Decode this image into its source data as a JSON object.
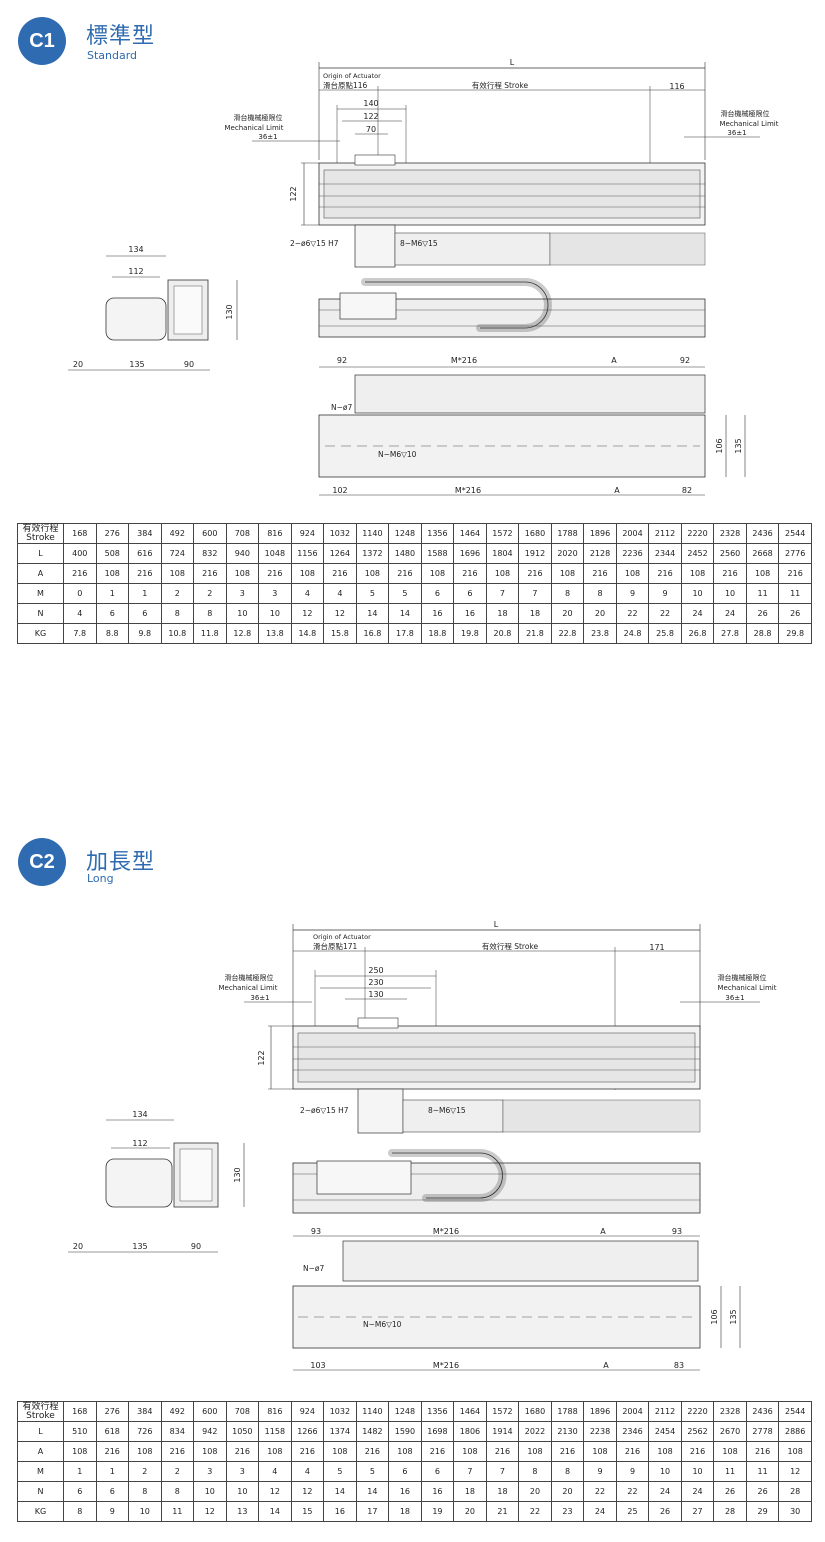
{
  "sections": [
    {
      "badge": "C1",
      "title_cn": "標準型",
      "title_en": "Standard",
      "dims": {
        "L": "L",
        "origin_en": "Origin of Actuator",
        "origin_cn": "滑台原點116",
        "stroke": "有效行程 Stroke",
        "end_offset": "116",
        "d140": "140",
        "d122": "122",
        "d70": "70",
        "height": "122",
        "mech_cn": "滑台機械極限位",
        "mech_en": "Mechanical Limit",
        "mech_val": "36±1",
        "pin_holes": "2−ø6▽15  H7",
        "tap_holes": "8−M6▽15",
        "side_w_outer": "134",
        "side_w_inner": "112",
        "side_h": "130",
        "side_b1": "20",
        "side_b2": "135",
        "side_b3": "90",
        "bot_left": "92",
        "bot_mid": "M*216",
        "bot_a": "A",
        "bot_right": "92",
        "bot_hole": "N−ø7",
        "bot_tap": "N−M6▽10",
        "bot_h1": "106",
        "bot_h2": "135",
        "bot_b_left": "102",
        "bot_b_mid": "M*216",
        "bot_b_a": "A",
        "bot_b_right": "82"
      },
      "table": {
        "header": "有效行程",
        "header_en": "Stroke",
        "strokes": [
          "168",
          "276",
          "384",
          "492",
          "600",
          "708",
          "816",
          "924",
          "1032",
          "1140",
          "1248",
          "1356",
          "1464",
          "1572",
          "1680",
          "1788",
          "1896",
          "2004",
          "2112",
          "2220",
          "2328",
          "2436",
          "2544"
        ],
        "rows": [
          {
            "label": "L",
            "values": [
              "400",
              "508",
              "616",
              "724",
              "832",
              "940",
              "1048",
              "1156",
              "1264",
              "1372",
              "1480",
              "1588",
              "1696",
              "1804",
              "1912",
              "2020",
              "2128",
              "2236",
              "2344",
              "2452",
              "2560",
              "2668",
              "2776"
            ]
          },
          {
            "label": "A",
            "values": [
              "216",
              "108",
              "216",
              "108",
              "216",
              "108",
              "216",
              "108",
              "216",
              "108",
              "216",
              "108",
              "216",
              "108",
              "216",
              "108",
              "216",
              "108",
              "216",
              "108",
              "216",
              "108",
              "216"
            ]
          },
          {
            "label": "M",
            "values": [
              "0",
              "1",
              "1",
              "2",
              "2",
              "3",
              "3",
              "4",
              "4",
              "5",
              "5",
              "6",
              "6",
              "7",
              "7",
              "8",
              "8",
              "9",
              "9",
              "10",
              "10",
              "11",
              "11"
            ]
          },
          {
            "label": "N",
            "values": [
              "4",
              "6",
              "6",
              "8",
              "8",
              "10",
              "10",
              "12",
              "12",
              "14",
              "14",
              "16",
              "16",
              "18",
              "18",
              "20",
              "20",
              "22",
              "22",
              "24",
              "24",
              "26",
              "26"
            ]
          },
          {
            "label": "KG",
            "values": [
              "7.8",
              "8.8",
              "9.8",
              "10.8",
              "11.8",
              "12.8",
              "13.8",
              "14.8",
              "15.8",
              "16.8",
              "17.8",
              "18.8",
              "19.8",
              "20.8",
              "21.8",
              "22.8",
              "23.8",
              "24.8",
              "25.8",
              "26.8",
              "27.8",
              "28.8",
              "29.8"
            ]
          }
        ]
      }
    },
    {
      "badge": "C2",
      "title_cn": "加長型",
      "title_en": "Long",
      "dims": {
        "L": "L",
        "origin_en": "Origin of Actuator",
        "origin_cn": "滑台原點171",
        "stroke": "有效行程 Stroke",
        "end_offset": "171",
        "d140": "250",
        "d122": "230",
        "d70": "130",
        "height": "122",
        "mech_cn": "滑台機械極限位",
        "mech_en": "Mechanical Limit",
        "mech_val": "36±1",
        "pin_holes": "2−ø6▽15  H7",
        "tap_holes": "8−M6▽15",
        "side_w_outer": "134",
        "side_w_inner": "112",
        "side_h": "130",
        "side_b1": "20",
        "side_b2": "135",
        "side_b3": "90",
        "bot_left": "93",
        "bot_mid": "M*216",
        "bot_a": "A",
        "bot_right": "93",
        "bot_hole": "N−ø7",
        "bot_tap": "N−M6▽10",
        "bot_h1": "106",
        "bot_h2": "135",
        "bot_b_left": "103",
        "bot_b_mid": "M*216",
        "bot_b_a": "A",
        "bot_b_right": "83"
      },
      "table": {
        "header": "有效行程",
        "header_en": "Stroke",
        "strokes": [
          "168",
          "276",
          "384",
          "492",
          "600",
          "708",
          "816",
          "924",
          "1032",
          "1140",
          "1248",
          "1356",
          "1464",
          "1572",
          "1680",
          "1788",
          "1896",
          "2004",
          "2112",
          "2220",
          "2328",
          "2436",
          "2544"
        ],
        "rows": [
          {
            "label": "L",
            "values": [
              "510",
              "618",
              "726",
              "834",
              "942",
              "1050",
              "1158",
              "1266",
              "1374",
              "1482",
              "1590",
              "1698",
              "1806",
              "1914",
              "2022",
              "2130",
              "2238",
              "2346",
              "2454",
              "2562",
              "2670",
              "2778",
              "2886"
            ]
          },
          {
            "label": "A",
            "values": [
              "108",
              "216",
              "108",
              "216",
              "108",
              "216",
              "108",
              "216",
              "108",
              "216",
              "108",
              "216",
              "108",
              "216",
              "108",
              "216",
              "108",
              "216",
              "108",
              "216",
              "108",
              "216",
              "108"
            ]
          },
          {
            "label": "M",
            "values": [
              "1",
              "1",
              "2",
              "2",
              "3",
              "3",
              "4",
              "4",
              "5",
              "5",
              "6",
              "6",
              "7",
              "7",
              "8",
              "8",
              "9",
              "9",
              "10",
              "10",
              "11",
              "11",
              "12"
            ]
          },
          {
            "label": "N",
            "values": [
              "6",
              "6",
              "8",
              "8",
              "10",
              "10",
              "12",
              "12",
              "14",
              "14",
              "16",
              "16",
              "18",
              "18",
              "20",
              "20",
              "22",
              "22",
              "24",
              "24",
              "26",
              "26",
              "28"
            ]
          },
          {
            "label": "KG",
            "values": [
              "8",
              "9",
              "10",
              "11",
              "12",
              "13",
              "14",
              "15",
              "16",
              "17",
              "18",
              "19",
              "20",
              "21",
              "22",
              "23",
              "24",
              "25",
              "26",
              "27",
              "28",
              "29",
              "30"
            ]
          }
        ]
      }
    }
  ]
}
